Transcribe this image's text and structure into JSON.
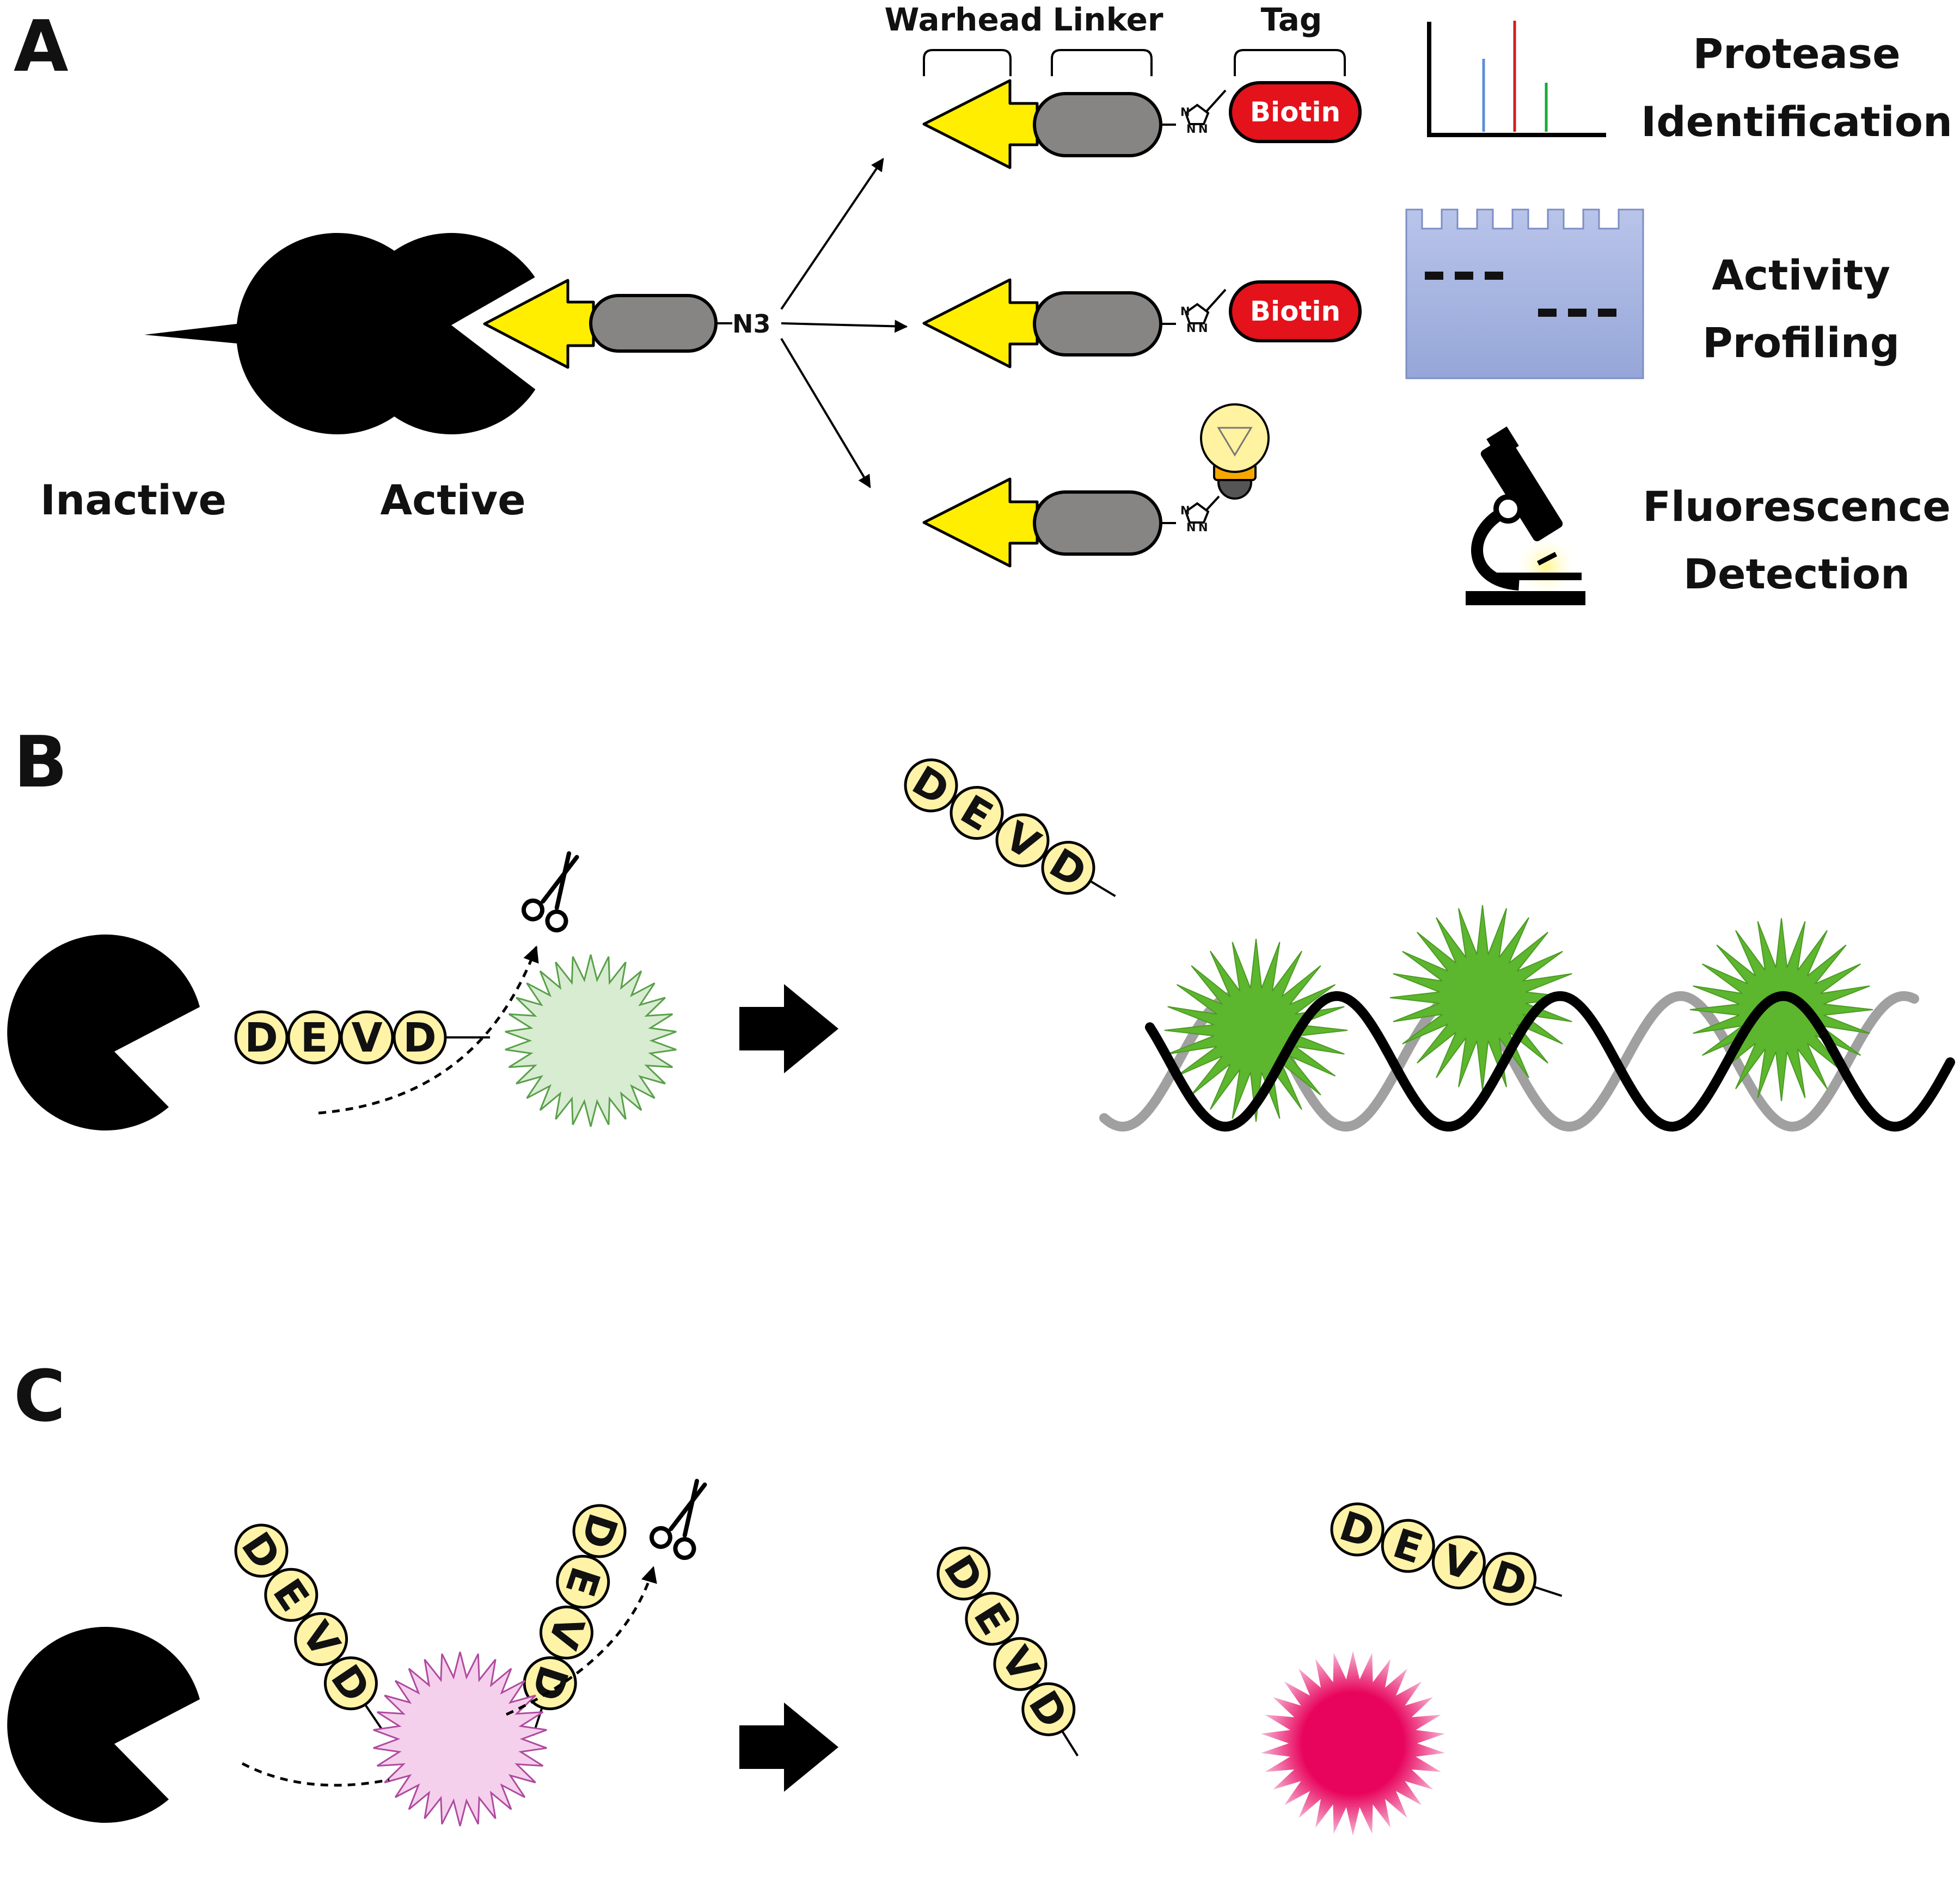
{
  "panels": [
    "A",
    "B",
    "C"
  ],
  "panel_a": {
    "state_labels": [
      "Inactive",
      "Active"
    ],
    "azide_label": "N3",
    "probe_parts": [
      "Warhead",
      "Linker",
      "Tag"
    ],
    "tag_label": "Biotin",
    "triazole_atoms": [
      "N",
      "N",
      "N"
    ],
    "applications": [
      {
        "line1": "Protease",
        "line2": "Identification"
      },
      {
        "line1": "Activity",
        "line2": "Profiling"
      },
      {
        "line1": "Fluorescence",
        "line2": "Detection"
      }
    ]
  },
  "peptide_letters": [
    "D",
    "E",
    "V",
    "D"
  ],
  "colors": {
    "protease": "#000000",
    "warhead": "#ffee00",
    "linker": "#878583",
    "biotin": "#e3121b",
    "peptide": "#fff3a8",
    "green_fluor": "#5cb62e",
    "pale_green": "#d8ecd2",
    "pink_fluor": "#e8045c",
    "pale_pink": "#f5d0ec",
    "gel": "#a9b7e2"
  }
}
